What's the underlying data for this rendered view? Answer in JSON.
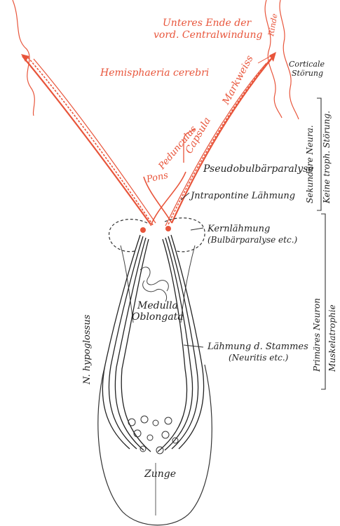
{
  "labels": {
    "unteres_ende_line1": "Unteres Ende der",
    "unteres_ende_line2": "vord. Centralwindung",
    "rinde": "Rinde",
    "hemisphaeria": "Hemisphaeria cerebri",
    "markweiss": "Markweiss",
    "corticale_line1": "Corticale",
    "corticale_line2": "Störung",
    "capsula": "Capsula",
    "pedunculus": "Pedunculus",
    "pons": "Pons",
    "pseudobulbaer": "Pseudobulbärparalyse",
    "intrapontine": "Jntrapontine Lähmung",
    "kernlaehmung_line1": "Kernlähmung",
    "kernlaehmung_line2": "(Bulbärparalyse etc.)",
    "medulla": "Medulla",
    "oblongata": "Oblongata",
    "hypoglossus": "N. hypoglossus",
    "stammes_line1": "Lähmung d. Stammes",
    "stammes_line2": "(Neuritis etc.)",
    "zunge": "Zunge"
  },
  "side_labels": {
    "sekundaere": "Sekundäre Neura.",
    "keine_troph": "Keine troph. Störung.",
    "primaeres": "Primäres Neuron",
    "muskelatrophie": "Muskelatrophie"
  },
  "colors": {
    "upper_neuron": "#e8553b",
    "lower_neuron": "#222222",
    "background": "#ffffff"
  }
}
